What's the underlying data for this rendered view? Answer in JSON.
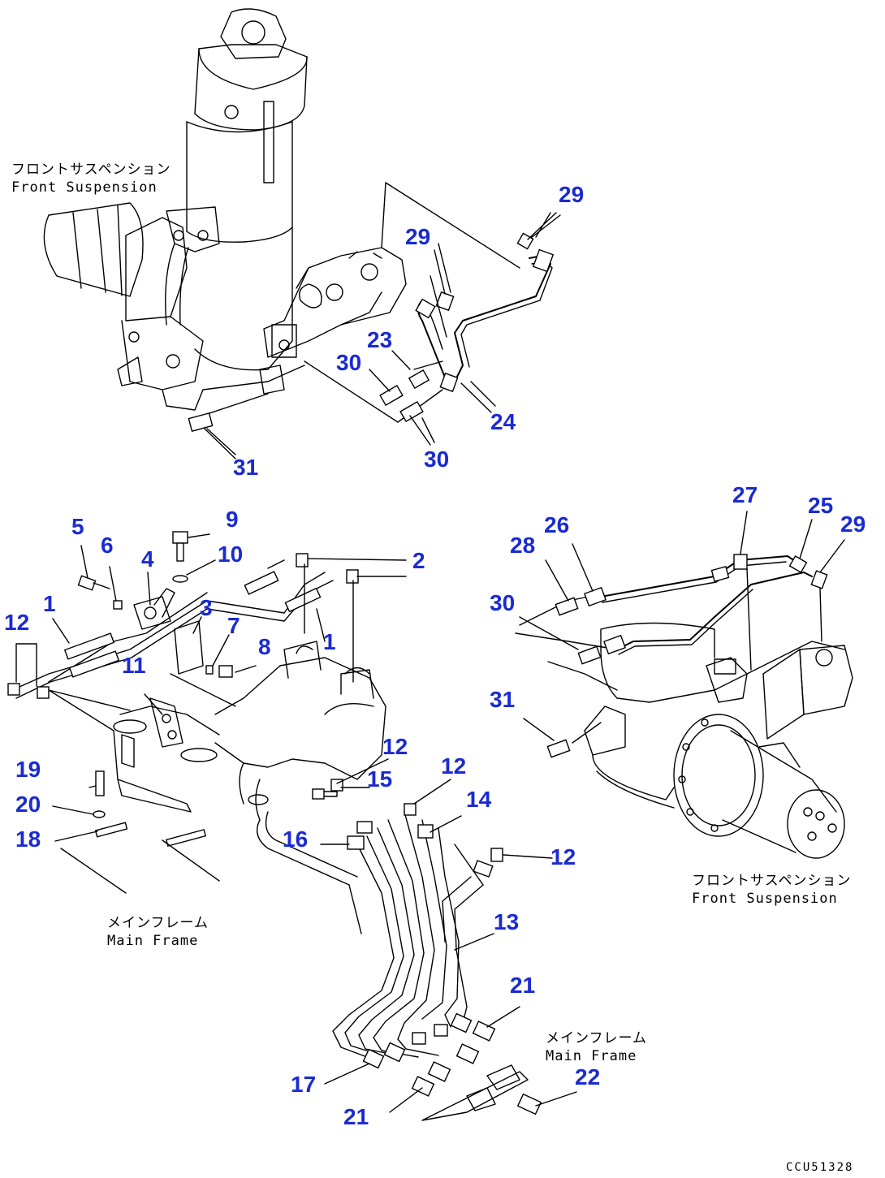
{
  "callouts": {
    "c29a": "29",
    "c29b": "29",
    "c23": "23",
    "c30a": "30",
    "c30b": "30",
    "c24": "24",
    "c31a": "31",
    "c5": "5",
    "c6": "6",
    "c4": "4",
    "c9": "9",
    "c10": "10",
    "c2": "2",
    "c1a": "1",
    "c12a": "12",
    "c3": "3",
    "c7": "7",
    "c8": "8",
    "c1b": "1",
    "c11": "11",
    "c12b": "12",
    "c15": "15",
    "c12c": "12",
    "c14": "14",
    "c19": "19",
    "c20": "20",
    "c18": "18",
    "c16": "16",
    "c12d": "12",
    "c13": "13",
    "c21a": "21",
    "c17": "17",
    "c21b": "21",
    "c22": "22",
    "c27": "27",
    "c25": "25",
    "c29c": "29",
    "c28": "28",
    "c26": "26",
    "c30c": "30",
    "c31b": "31"
  },
  "notes": {
    "front_suspension_top": {
      "ja": "フロントサスペンション",
      "en": "Front Suspension"
    },
    "front_suspension_right": {
      "ja": "フロントサスペンション",
      "en": "Front Suspension"
    },
    "main_frame_left": {
      "ja": "メインフレーム",
      "en": "Main Frame"
    },
    "main_frame_bottom": {
      "ja": "メインフレーム",
      "en": "Main Frame"
    }
  },
  "drawing_code": "CCU51328"
}
